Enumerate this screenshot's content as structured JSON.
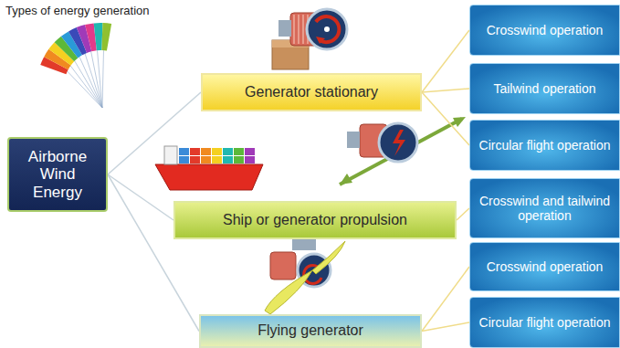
{
  "diagram": {
    "title": "Types of energy generation",
    "nodes": [
      {
        "text": [
          "Airborne Wind Energy"
        ]
      },
      {
        "text": [
          "Generator stationary"
        ]
      },
      {
        "text": [
          "Ship or generator propulsion"
        ]
      },
      {
        "text": [
          "Flying generator"
        ]
      },
      {
        "text": [
          "Crosswind operation"
        ]
      },
      {
        "text": [
          "Tailwind operation"
        ]
      },
      {
        "text": [
          "Circular flight operation"
        ]
      },
      {
        "text": [
          "Crosswind and tailwind operation"
        ]
      },
      {
        "text": [
          "Crosswind operation"
        ]
      },
      {
        "text": [
          "Circular flight operation"
        ]
      }
    ],
    "edges": [
      {
        "from": 0,
        "to": 1,
        "arrow": "none"
      },
      {
        "from": 0,
        "to": 2,
        "arrow": "none"
      },
      {
        "from": 0,
        "to": 3,
        "arrow": "none"
      },
      {
        "from": 1,
        "to": 4,
        "arrow": "none"
      },
      {
        "from": 1,
        "to": 5,
        "arrow": "none"
      },
      {
        "from": 1,
        "to": 6,
        "arrow": "none"
      },
      {
        "from": 2,
        "to": 7,
        "arrow": "none"
      },
      {
        "from": 3,
        "to": 8,
        "arrow": "none"
      },
      {
        "from": 3,
        "to": 9,
        "arrow": "none"
      }
    ]
  }
}
